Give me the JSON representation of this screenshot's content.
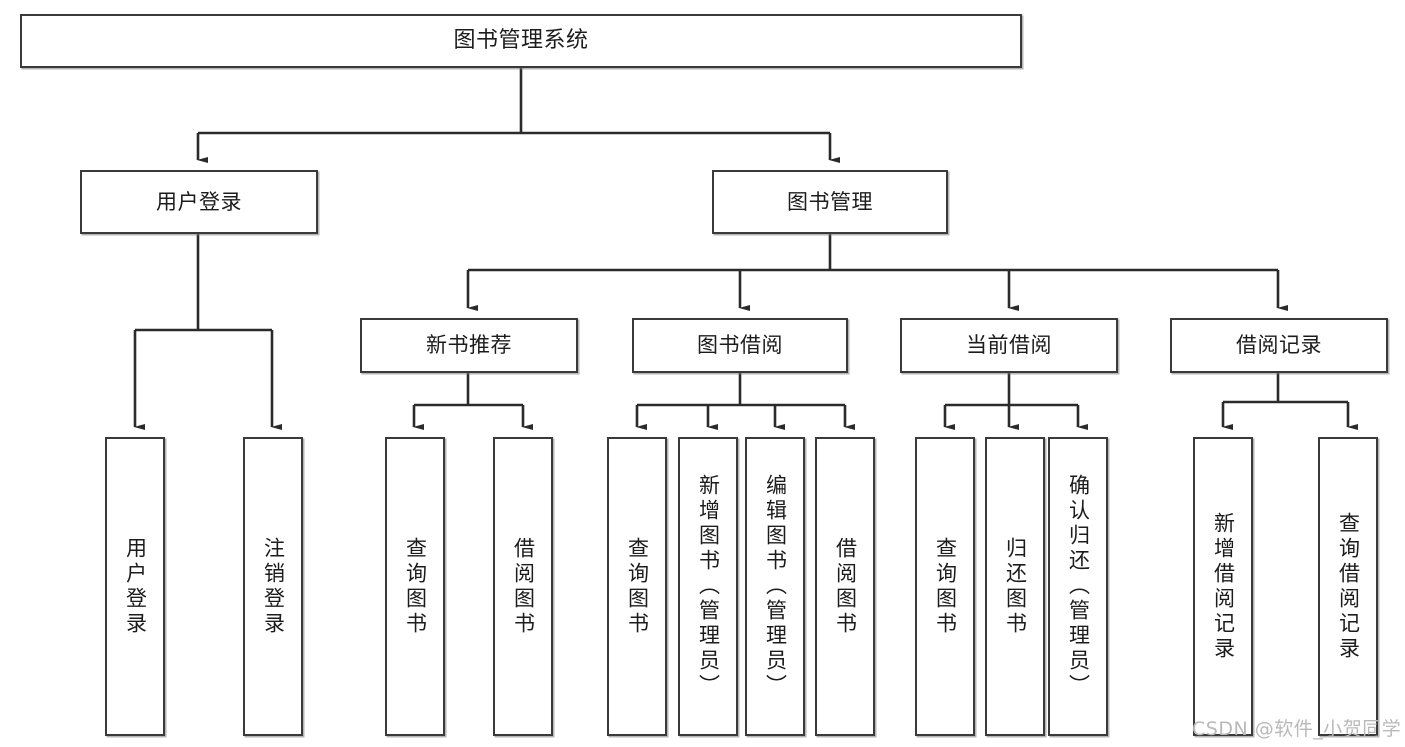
{
  "diagram": {
    "title": "图书管理系统",
    "type": "tree-hierarchy-diagram",
    "watermark": "CSDN @软件_小贺同学",
    "colors": {
      "box_border": "#3a3a3a",
      "box_fill": "#ffffff",
      "edge": "#2b2b2b",
      "text": "#1c1c1c",
      "watermark": "#b9b9b9",
      "background": "#ffffff"
    },
    "nodes": {
      "root": {
        "label": "图书管理系统"
      },
      "level2": [
        {
          "id": "user-login",
          "label": "用户登录"
        },
        {
          "id": "book-management",
          "label": "图书管理"
        }
      ],
      "level3": [
        {
          "id": "new-book-recommend",
          "label": "新书推荐"
        },
        {
          "id": "book-borrow",
          "label": "图书借阅"
        },
        {
          "id": "current-borrow",
          "label": "当前借阅"
        },
        {
          "id": "borrow-record",
          "label": "借阅记录"
        }
      ],
      "leaves": {
        "user_login": [
          {
            "id": "leaf-user-login",
            "label": "用户登录"
          },
          {
            "id": "leaf-logout",
            "label": "注销登录"
          }
        ],
        "new_book_recommend": [
          {
            "id": "leaf-query-book-1",
            "label": "查询图书"
          },
          {
            "id": "leaf-borrow-book-1",
            "label": "借阅图书"
          }
        ],
        "book_borrow": [
          {
            "id": "leaf-query-book-2",
            "label": "查询图书"
          },
          {
            "id": "leaf-add-book",
            "label": "新增图书（管理员）"
          },
          {
            "id": "leaf-edit-book",
            "label": "编辑图书（管理员）"
          },
          {
            "id": "leaf-borrow-book-2",
            "label": "借阅图书"
          }
        ],
        "current_borrow": [
          {
            "id": "leaf-query-book-3",
            "label": "查询图书"
          },
          {
            "id": "leaf-return-book",
            "label": "归还图书"
          },
          {
            "id": "leaf-confirm-return",
            "label": "确认归还（管理员）"
          }
        ],
        "borrow_record": [
          {
            "id": "leaf-add-record",
            "label": "新增借阅记录"
          },
          {
            "id": "leaf-query-record",
            "label": "查询借阅记录"
          }
        ]
      }
    }
  }
}
